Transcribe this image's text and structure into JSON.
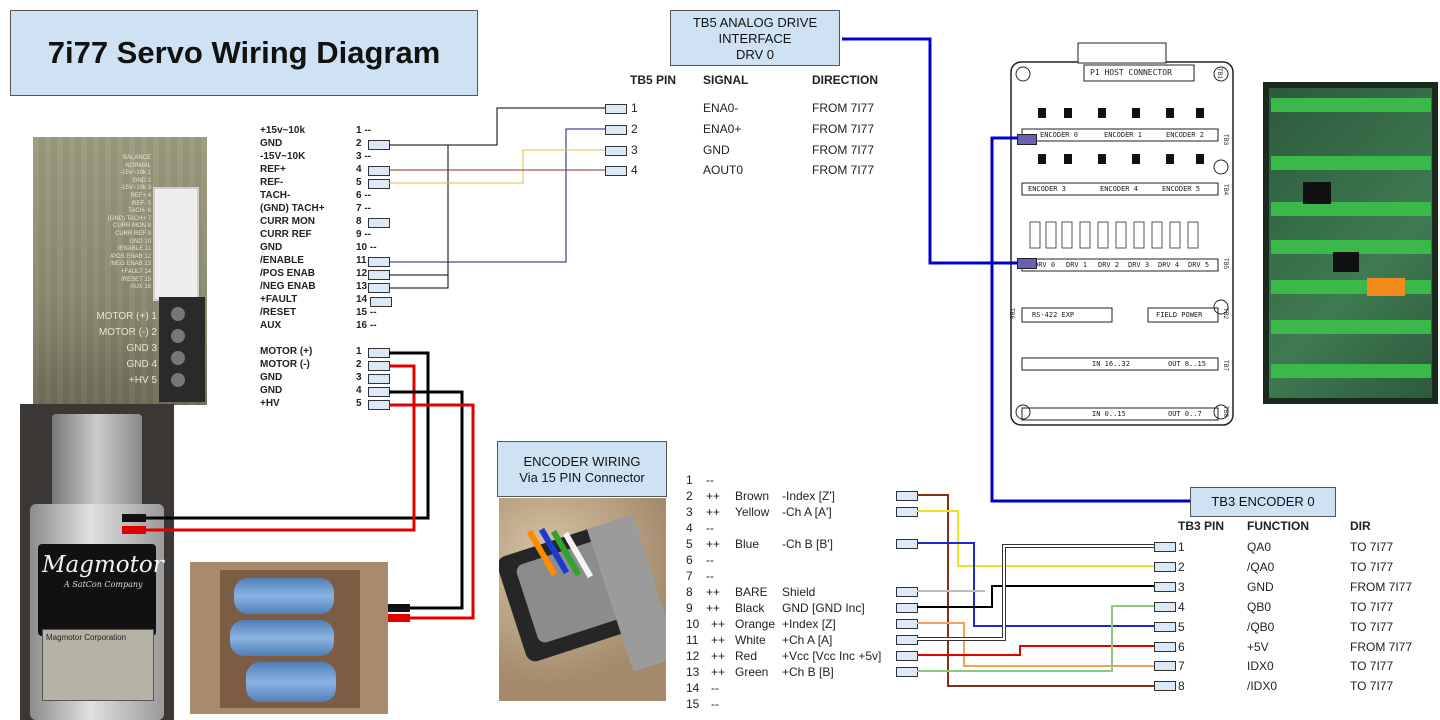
{
  "title": "7i77 Servo Wiring Diagram",
  "tb5": {
    "title_lines": [
      "TB5 ANALOG DRIVE",
      "INTERFACE",
      "DRV 0"
    ],
    "headers": [
      "TB5 PIN",
      "SIGNAL",
      "DIRECTION"
    ],
    "rows": [
      {
        "pin": "1",
        "signal": "ENA0-",
        "dir": "FROM 7I77"
      },
      {
        "pin": "2",
        "signal": "ENA0+",
        "dir": "FROM 7I77"
      },
      {
        "pin": "3",
        "signal": "GND",
        "dir": "FROM 7I77"
      },
      {
        "pin": "4",
        "signal": "AOUT0",
        "dir": "FROM 7I77"
      }
    ]
  },
  "drive_pins": [
    {
      "label": "+15v~10k",
      "num": "1 --"
    },
    {
      "label": "GND",
      "num": "2"
    },
    {
      "label": "-15V~10K",
      "num": "3 --"
    },
    {
      "label": "REF+",
      "num": "4"
    },
    {
      "label": "REF-",
      "num": "5"
    },
    {
      "label": "TACH-",
      "num": "6 --"
    },
    {
      "label": "(GND) TACH+",
      "num": "7 --"
    },
    {
      "label": "CURR MON",
      "num": "8"
    },
    {
      "label": "CURR REF",
      "num": "9 --"
    },
    {
      "label": "GND",
      "num": "10 --"
    },
    {
      "label": "/ENABLE",
      "num": "11"
    },
    {
      "label": "/POS ENAB",
      "num": "12"
    },
    {
      "label": "/NEG ENAB",
      "num": "13"
    },
    {
      "label": "+FAULT",
      "num": "14"
    },
    {
      "label": "/RESET",
      "num": "15 --"
    },
    {
      "label": "AUX",
      "num": "16 --"
    }
  ],
  "motor_pins": [
    {
      "label": "MOTOR (+)",
      "num": "1"
    },
    {
      "label": "MOTOR (-)",
      "num": "2"
    },
    {
      "label": "GND",
      "num": "3"
    },
    {
      "label": "GND",
      "num": "4"
    },
    {
      "label": "+HV",
      "num": "5"
    }
  ],
  "encoder": {
    "title_lines": [
      "ENCODER WIRING",
      "Via 15 PIN Connector"
    ],
    "rows": [
      {
        "pin": "1",
        "mark": "--",
        "color": "",
        "func": ""
      },
      {
        "pin": "2",
        "mark": "++",
        "color": "Brown",
        "func": "-Index [Z']"
      },
      {
        "pin": "3",
        "mark": "++",
        "color": "Yellow",
        "func": "-Ch A [A']"
      },
      {
        "pin": "4",
        "mark": "--",
        "color": "",
        "func": ""
      },
      {
        "pin": "5",
        "mark": "++",
        "color": "Blue",
        "func": "-Ch B [B']"
      },
      {
        "pin": "6",
        "mark": "--",
        "color": "",
        "func": ""
      },
      {
        "pin": "7",
        "mark": "--",
        "color": "",
        "func": ""
      },
      {
        "pin": "8",
        "mark": "++",
        "color": "BARE",
        "func": "Shield"
      },
      {
        "pin": "9",
        "mark": "++",
        "color": "Black",
        "func": "GND [GND Inc]"
      },
      {
        "pin": "10",
        "mark": "++",
        "color": "Orange",
        "func": "+Index [Z]"
      },
      {
        "pin": "11",
        "mark": "++",
        "color": "White",
        "func": "+Ch A [A]"
      },
      {
        "pin": "12",
        "mark": "++",
        "color": "Red",
        "func": "+Vcc [Vcc Inc +5v]"
      },
      {
        "pin": "13",
        "mark": "++",
        "color": "Green",
        "func": "+Ch B [B]"
      },
      {
        "pin": "14",
        "mark": "--",
        "color": "",
        "func": ""
      },
      {
        "pin": "15",
        "mark": "--",
        "color": "",
        "func": ""
      }
    ]
  },
  "tb3": {
    "title": "TB3 ENCODER 0",
    "headers": [
      "TB3 PIN",
      "FUNCTION",
      "DIR"
    ],
    "rows": [
      {
        "pin": "1",
        "func": "QA0",
        "dir": "TO 7I77"
      },
      {
        "pin": "2",
        "func": "/QA0",
        "dir": "TO 7I77"
      },
      {
        "pin": "3",
        "func": "GND",
        "dir": "FROM 7I77"
      },
      {
        "pin": "4",
        "func": "QB0",
        "dir": "TO 7I77"
      },
      {
        "pin": "5",
        "func": "/QB0",
        "dir": "TO 7I77"
      },
      {
        "pin": "6",
        "func": "+5V",
        "dir": "FROM 7I77"
      },
      {
        "pin": "7",
        "func": "IDX0",
        "dir": "TO 7I77"
      },
      {
        "pin": "8",
        "func": "/IDX0",
        "dir": "TO 7I77"
      }
    ]
  },
  "drive_photo": {
    "labels": [
      "BALANCE",
      "NORMAL",
      "-15V~10k 1",
      "GND 2",
      "-15V~10k 3",
      "REF+ 4",
      "REF- 5",
      "TACH- 6",
      "(GND) TACH+ 7",
      "CURR MON 8",
      "CURR REF 9",
      "GND 10",
      "/ENABLE 11",
      "/POS ENAB 12",
      "/NEG ENAB 13",
      "+FAULT 14",
      "/RESET 15",
      "AUX 16"
    ],
    "power_labels": [
      "MOTOR (+) 1",
      "MOTOR (-) 2",
      "GND 3",
      "GND 4",
      "+HV 5"
    ]
  },
  "motor_photo": {
    "brand": "Magmotor",
    "sub": "A SatCon Company",
    "plate": "Magmotor Corporation"
  },
  "board": {
    "host": "P1 HOST CONNECTOR",
    "enc_top": [
      "ENCODER 0",
      "ENCODER 1",
      "ENCODER 2"
    ],
    "enc_mid": [
      "ENCODER 3",
      "ENCODER 4",
      "ENCODER 5"
    ],
    "drv": [
      "DRV 0",
      "DRV 1",
      "DRV 2",
      "DRV 3",
      "DRV 4",
      "DRV 5"
    ],
    "rs": "RS-422 EXP",
    "field": "FIELD POWER",
    "in1": "IN 16..32",
    "out1": "OUT 8..15",
    "in0": "IN 0..15",
    "out0": "OUT 0..7",
    "tbs": [
      "TB1",
      "TB3",
      "TB4",
      "TB5",
      "TB2",
      "TB7",
      "TB8",
      "TB6"
    ]
  },
  "colors": {
    "box_fill": "#cfe2f3",
    "blue_wire": "#0000cc",
    "red_wire": "#e00000",
    "black_wire": "#000000"
  }
}
